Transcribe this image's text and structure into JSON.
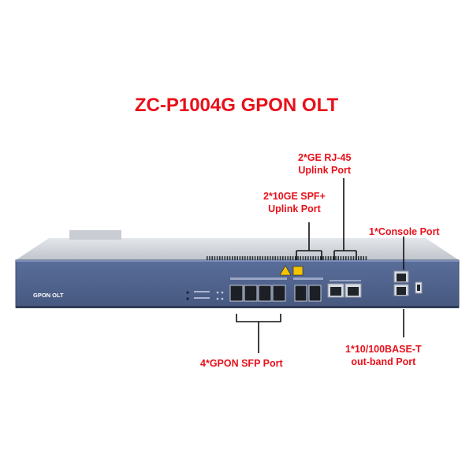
{
  "title": "ZC-P1004G GPON OLT",
  "device": {
    "brand_label": "GPON OLT"
  },
  "callouts": {
    "ge_rj45": [
      "2*GE RJ-45",
      "Uplink Port"
    ],
    "sfp_plus": [
      "2*10GE SPF+",
      "Uplink Port"
    ],
    "console": [
      "1*Console Port"
    ],
    "gpon_sfp": [
      "4*GPON SFP Port"
    ],
    "mgmt": [
      "1*10/100BASE-T",
      "out-band Port"
    ]
  },
  "colors": {
    "callout": "#e8101a",
    "panel": "#4f6390",
    "chassis_top": "#cfd3d9"
  }
}
